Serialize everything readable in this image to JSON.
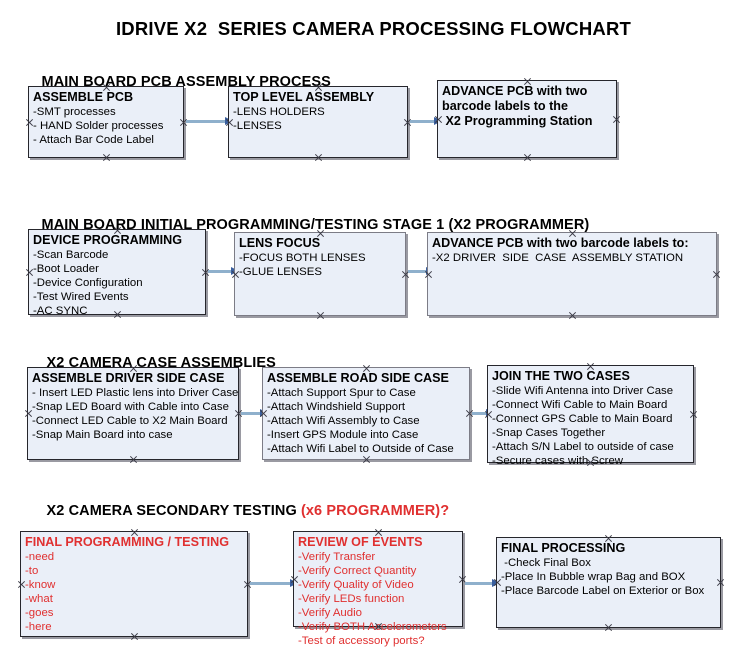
{
  "document": {
    "title": "IDRIVE X2  SERIES CAMERA PROCESSING FLOWCHART"
  },
  "colors": {
    "box_fill": "#eaeff8",
    "box_border": "#26262c",
    "box_shadow": "#9a9aa2",
    "arrow_line": "#8fb0cc",
    "arrow_head": "#3a5f9e",
    "accent_red": "#e03030",
    "text": "#000000"
  },
  "sections": [
    {
      "id": "main-board-pcb-assembly",
      "heading": "MAIN BOARD PCB ASSEMBLY PROCESS",
      "heading_accent": "",
      "nodes": [
        {
          "id": "assemble-pcb",
          "title": "ASSEMBLE PCB",
          "lines": [
            "-SMT processes",
            "- HAND Solder processes",
            "- Attach Bar Code Label"
          ]
        },
        {
          "id": "top-level-assembly",
          "title": "TOP LEVEL ASSEMBLY",
          "lines": [
            "-LENS HOLDERS",
            "-LENSES"
          ]
        },
        {
          "id": "advance-pcb-programming-station",
          "title": "ADVANCE PCB with two",
          "lines": [
            "barcode labels to the",
            " X2 Programming Station"
          ]
        }
      ]
    },
    {
      "id": "main-board-initial-programming",
      "heading": "MAIN BOARD INITIAL PROGRAMMING/TESTING STAGE 1 (X2 PROGRAMMER)",
      "heading_accent": "",
      "nodes": [
        {
          "id": "device-programming",
          "title": "DEVICE PROGRAMMING",
          "lines": [
            "-Scan Barcode",
            "-Boot Loader",
            "-Device Configuration",
            "-Test Wired Events",
            "-AC SYNC"
          ]
        },
        {
          "id": "lens-focus",
          "title": "LENS FOCUS",
          "lines": [
            "-FOCUS BOTH LENSES",
            "-GLUE LENSES"
          ]
        },
        {
          "id": "advance-pcb-driver-side-case",
          "title": "ADVANCE PCB with two barcode labels to:",
          "lines": [
            "-X2 DRIVER  SIDE  CASE  ASSEMBLY STATION"
          ]
        }
      ]
    },
    {
      "id": "x2-camera-case-assemblies",
      "heading": "X2 CAMERA CASE ASSEMBLIES",
      "heading_accent": "",
      "nodes": [
        {
          "id": "assemble-driver-side-case",
          "title": "ASSEMBLE DRIVER SIDE CASE",
          "lines": [
            "- Insert LED Plastic lens into Driver Case",
            "-Snap LED Board with Cable into Case",
            "-Connect LED Cable to X2 Main Board",
            "-Snap Main Board into case"
          ]
        },
        {
          "id": "assemble-road-side-case",
          "title": "ASSEMBLE ROAD SIDE CASE",
          "lines": [
            "-Attach Support Spur to Case",
            "-Attach Windshield Support",
            "-Attach Wifi Assembly to Case",
            "-Insert GPS Module into Case",
            "-Attach Wifi Label to Outside of Case"
          ]
        },
        {
          "id": "join-the-two-cases",
          "title": "JOIN THE TWO CASES",
          "lines": [
            "-Slide Wifi Antenna into Driver Case",
            "-Connect Wifi Cable to Main Board",
            "-Connect GPS Cable to Main Board",
            "-Snap Cases Together",
            "-Attach S/N Label to outside of case",
            "-Secure cases with Screw"
          ]
        }
      ]
    },
    {
      "id": "x2-camera-secondary-testing",
      "heading": "X2 CAMERA SECONDARY TESTING ",
      "heading_accent": "(x6 PROGRAMMER)?",
      "nodes": [
        {
          "id": "final-programming-testing",
          "title": "FINAL PROGRAMMING / TESTING",
          "lines": [
            "-need",
            "-to",
            "-know",
            "-what",
            "-goes",
            "-here"
          ]
        },
        {
          "id": "review-of-events",
          "title": "REVIEW OF EVENTS",
          "lines": [
            "-Verify Transfer",
            "-Verify Correct Quantity",
            "-Verify Quality of Video",
            "-Verify LEDs function",
            "-Verify Audio",
            "-Verify BOTH Accelerometers",
            "-Test of accessory ports?"
          ]
        },
        {
          "id": "final-processing",
          "title": "FINAL PROCESSING",
          "lines": [
            " -Check Final Box",
            "-Place In Bubble wrap Bag and BOX",
            "-Place Barcode Label on Exterior or Box"
          ]
        }
      ]
    }
  ]
}
